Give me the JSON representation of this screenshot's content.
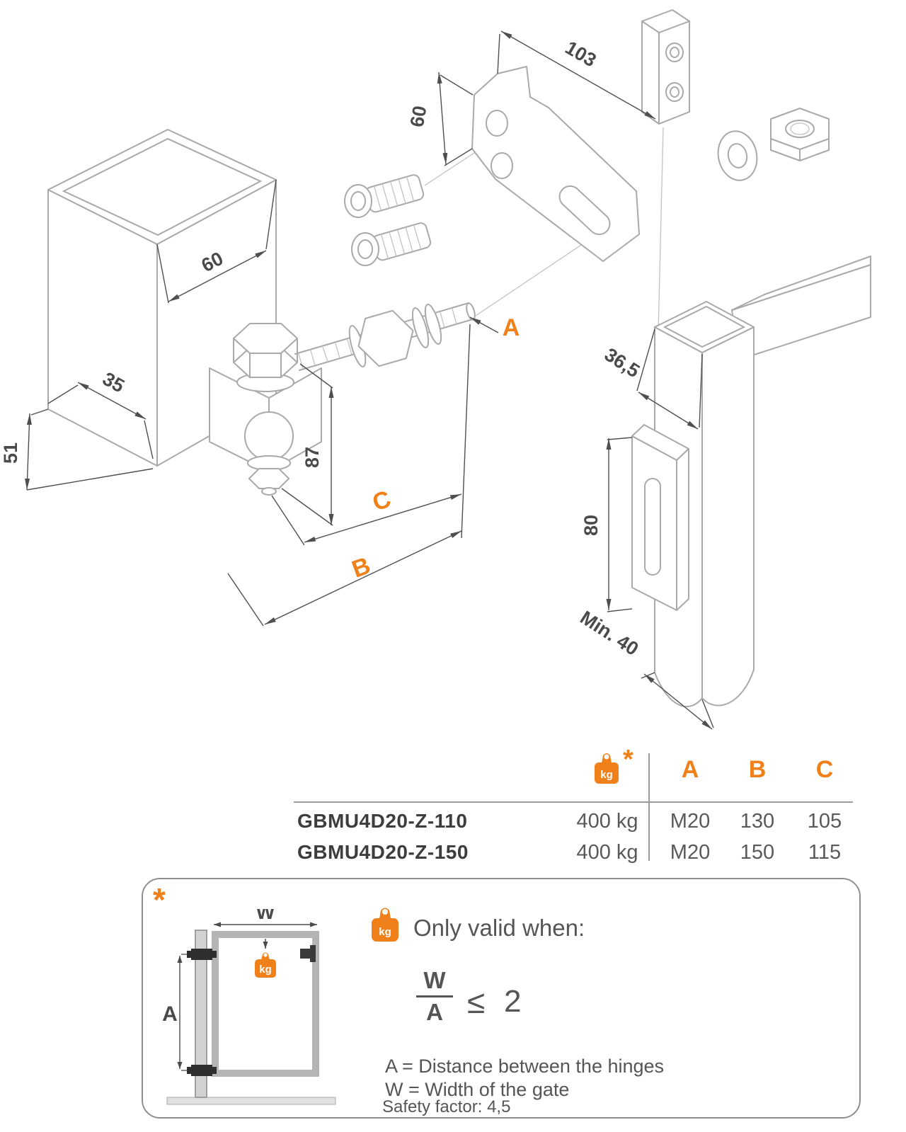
{
  "accent": "#f0801a",
  "drawing": {
    "dims": {
      "d103": "103",
      "d60_bracket": "60",
      "d60_post": "60",
      "d35": "35",
      "d51": "51",
      "d87": "87",
      "d36_5": "36,5",
      "d80": "80",
      "dmin40": "Min. 40",
      "a": "A",
      "b": "B",
      "c": "C"
    }
  },
  "table": {
    "header": {
      "star": "*",
      "kg": "kg",
      "col_a": "A",
      "col_b": "B",
      "col_c": "C"
    },
    "rows": [
      {
        "model": "GBMU4D20-Z-110",
        "weight": "400 kg",
        "a": "M20",
        "b": "130",
        "c": "105"
      },
      {
        "model": "GBMU4D20-Z-150",
        "weight": "400 kg",
        "a": "M20",
        "b": "150",
        "c": "115"
      }
    ]
  },
  "note": {
    "star": "*",
    "kg": "kg",
    "title": "Only valid when:",
    "ratio": {
      "numerator": "W",
      "denominator": "A",
      "operator": "≤",
      "value": "2"
    },
    "legend": [
      "A = Distance between the hinges",
      "W = Width of the gate"
    ],
    "safety": "Safety factor: 4,5",
    "gate": {
      "width_label": "W",
      "height_label": "A",
      "kg": "kg"
    }
  }
}
